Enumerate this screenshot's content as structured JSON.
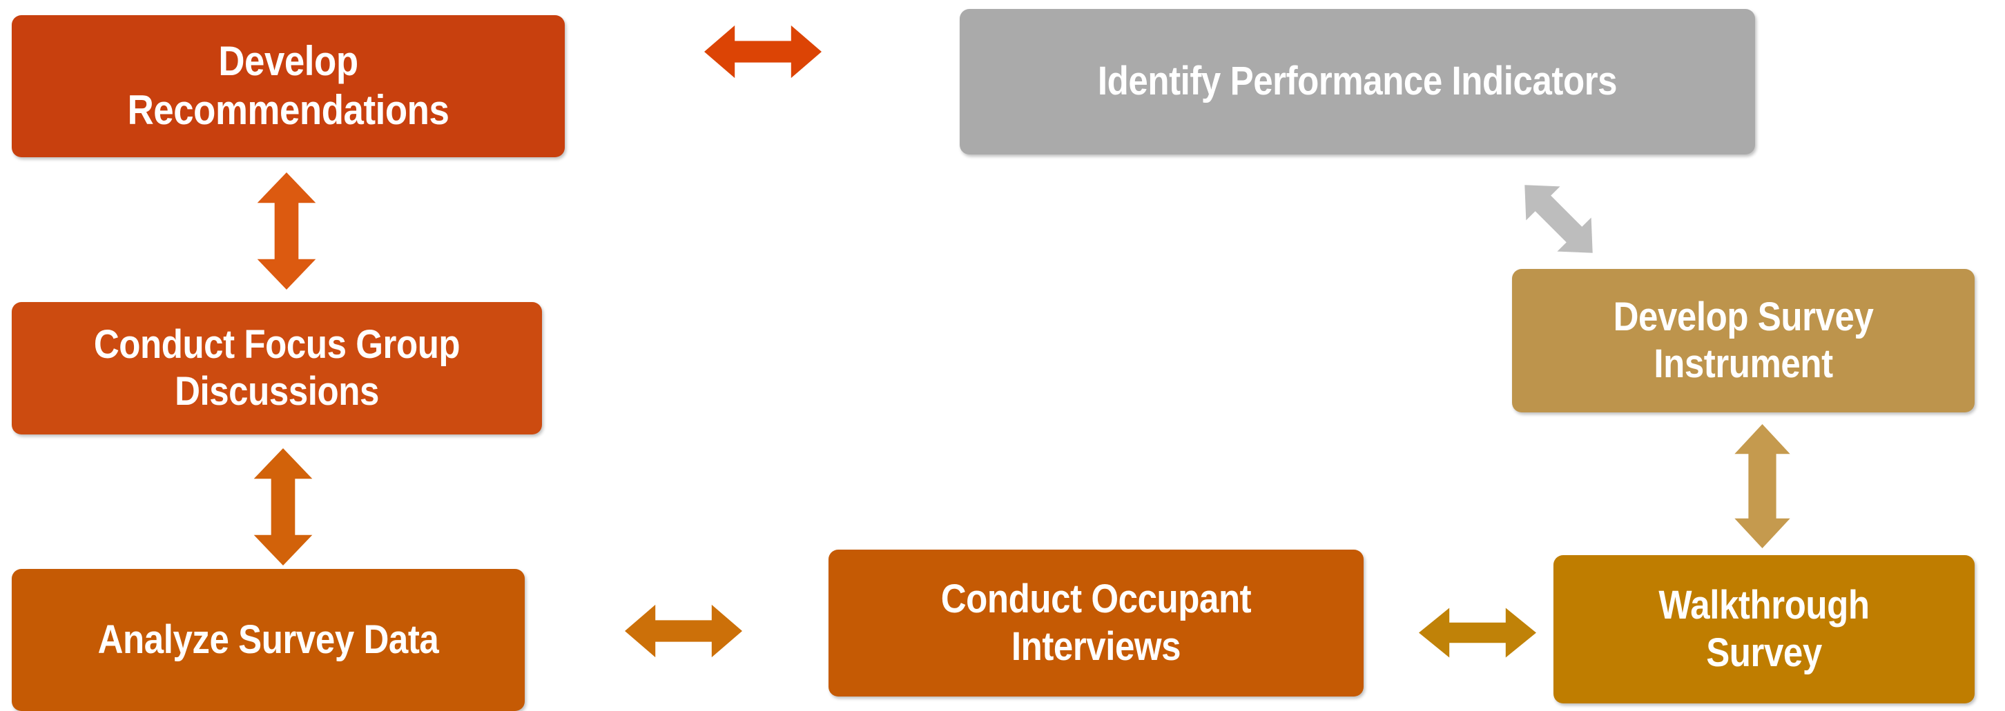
{
  "diagram": {
    "type": "process-cycle-flow-diagram",
    "background_color": "#ffffff",
    "nodes": [
      {
        "id": "develop-recommendations",
        "label": "Develop\nRecommendations",
        "color": "#C8400E",
        "text_color": "#ffffff"
      },
      {
        "id": "identify-performance-indicators",
        "label": "Identify Performance Indicators",
        "color": "#AAAAAA",
        "text_color": "#ffffff"
      },
      {
        "id": "conduct-focus-group",
        "label": "Conduct Focus Group\nDiscussions",
        "color": "#CC4B10",
        "text_color": "#ffffff"
      },
      {
        "id": "develop-survey-instrument",
        "label": "Develop Survey\nInstrument",
        "color": "#BD944C",
        "text_color": "#ffffff"
      },
      {
        "id": "analyze-survey-data",
        "label": "Analyze Survey Data",
        "color": "#C55A04",
        "text_color": "#ffffff"
      },
      {
        "id": "conduct-occupant-interviews",
        "label": "Conduct Occupant\nInterviews",
        "color": "#C55A04",
        "text_color": "#ffffff"
      },
      {
        "id": "walkthrough-survey",
        "label": "Walkthrough\nSurvey",
        "color": "#BF7D00",
        "text_color": "#ffffff"
      }
    ],
    "connectors": [
      {
        "id": "recommendations-indicators",
        "from": "develop-recommendations",
        "to": "identify-performance-indicators",
        "style": "double-headed",
        "orientation": "horizontal",
        "color": "#DC4405"
      },
      {
        "id": "recommendations-focusgroup",
        "from": "develop-recommendations",
        "to": "conduct-focus-group",
        "style": "double-headed",
        "orientation": "vertical",
        "color": "#DC5A10"
      },
      {
        "id": "focusgroup-analyze",
        "from": "conduct-focus-group",
        "to": "analyze-survey-data",
        "style": "double-headed",
        "orientation": "vertical",
        "color": "#D2620A"
      },
      {
        "id": "indicators-surveyinstrument",
        "from": "identify-performance-indicators",
        "to": "develop-survey-instrument",
        "style": "double-headed",
        "orientation": "diagonal",
        "color": "#BDBDBD"
      },
      {
        "id": "surveyinstrument-walkthrough",
        "from": "develop-survey-instrument",
        "to": "walkthrough-survey",
        "style": "double-headed",
        "orientation": "vertical",
        "color": "#C59A4E"
      },
      {
        "id": "analyze-interviews",
        "from": "analyze-survey-data",
        "to": "conduct-occupant-interviews",
        "style": "double-headed",
        "orientation": "horizontal",
        "color": "#CC7009"
      },
      {
        "id": "interviews-walkthrough",
        "from": "conduct-occupant-interviews",
        "to": "walkthrough-survey",
        "style": "double-headed",
        "orientation": "horizontal",
        "color": "#C08208"
      }
    ]
  }
}
